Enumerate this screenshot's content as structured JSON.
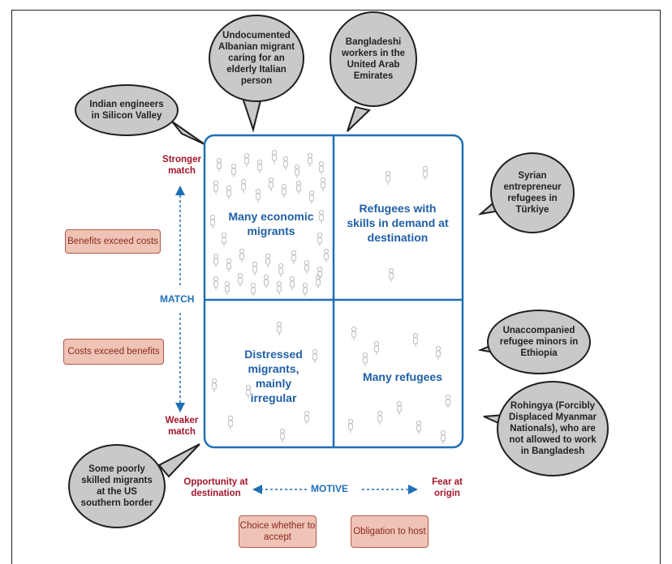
{
  "colors": {
    "quadrant_border": "#1f6fb5",
    "quadrant_text": "#1f5fa6",
    "red_text": "#a3162b",
    "pink_box_fill": "#efc3b6",
    "bubble_fill": "#c9c9c9",
    "person_icon": "#bdbdbd"
  },
  "quadrants": {
    "top_left": "Many economic migrants",
    "top_right": "Refugees with skills in demand at destination",
    "bottom_left": "Distressed migrants, mainly irregular",
    "bottom_right": "Many refugees"
  },
  "axes": {
    "vertical_label": "MATCH",
    "vertical_top": "Stronger match",
    "vertical_bottom": "Weaker match",
    "horizontal_label": "MOTIVE",
    "horizontal_left": "Opportunity at destination",
    "horizontal_right": "Fear at origin"
  },
  "boxes": {
    "benefits": "Benefits exceed costs",
    "costs": "Costs exceed benefits",
    "choice": "Choice whether to accept",
    "obligation": "Obligation to host"
  },
  "bubbles": {
    "albanian": "Undocumented Albanian migrant caring for an elderly Italian person",
    "bangladeshi": "Bangladeshi workers in the United Arab Emirates",
    "indian": "Indian engineers in Silicon Valley",
    "syrian": "Syrian entrepreneur refugees in Türkiye",
    "unaccompanied": "Unaccompanied refugee minors in Ethiopia",
    "rohingya": "Rohingya (Forcibly Displaced Myanmar Nationals), who are not allowed to work in Bangladesh",
    "poorly_skilled": "Some poorly skilled migrants at the US southern border"
  },
  "icons": {
    "person": "person-icon"
  }
}
